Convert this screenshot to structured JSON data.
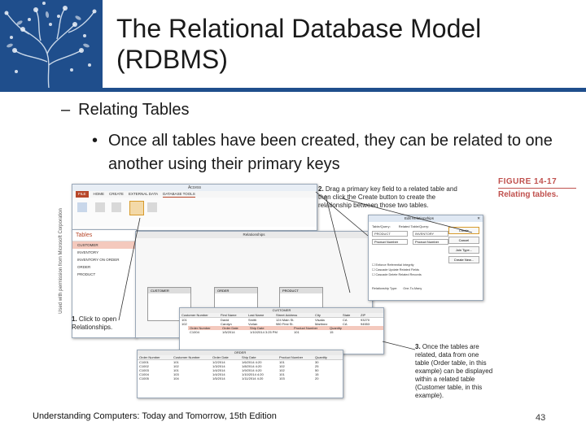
{
  "slide": {
    "title": "The Relational Database Model (RDBMS)",
    "bullet_1_dash": "–",
    "bullet_1": "Relating Tables",
    "bullet_2_dot": "•",
    "bullet_2": "Once all tables have been created, they can be related to one another using their primary keys",
    "footer": "Understanding Computers: Today and Tomorrow, 15th Edition",
    "page_number": "43",
    "colors": {
      "brand_blue": "#1f4e8c",
      "figure_red": "#c0504d"
    }
  },
  "figure": {
    "number": "FIGURE 14-17",
    "caption": "Relating tables.",
    "side_credit": "Used with permission from Microsoft Corporation",
    "callout_1_num": "1.",
    "callout_1": "Click to open Relationships.",
    "callout_2_num": "2.",
    "callout_2": "Drag a primary key field to a related table and then click the Create button to create the relationship between those two tables.",
    "callout_3_num": "3.",
    "callout_3": "Once the tables are related, data from one table (Order table, in this example) can be displayed within a related table (Customer table, in this example).",
    "access_window_title": "Access",
    "ribbon_tabs": [
      "FILE",
      "HOME",
      "CREATE",
      "EXTERNAL DATA",
      "DATABASE TOOLS"
    ],
    "nav_header": "Tables",
    "nav_items": [
      "CUSTOMER",
      "INVENTORY",
      "INVENTORY ON ORDER",
      "ORDER",
      "PRODUCT"
    ],
    "relationships_title": "Relationships",
    "table_boxes": [
      "CUSTOMER",
      "ORDER",
      "PRODUCT"
    ],
    "edit_dialog": {
      "title": "Edit Relationships",
      "table_label": "Table/Query:",
      "related_label": "Related Table/Query:",
      "table_value": "PRODUCT",
      "related_value": "INVENTORY",
      "field_left": "Product Number",
      "field_right": "Product Number",
      "buttons": [
        "Create",
        "Cancel",
        "Join Type...",
        "Create New..."
      ],
      "checks": [
        "Enforce Referential Integrity",
        "Cascade Update Related Fields",
        "Cascade Delete Related Records"
      ],
      "rel_type_label": "Relationship Type:",
      "rel_type_value": "One-To-Many"
    },
    "customer_grid": {
      "title": "CUSTOMER",
      "columns": [
        "Customer Number",
        "First Name",
        "Last Name",
        "Street Address",
        "City",
        "State",
        "ZIP"
      ],
      "rows": [
        [
          "101",
          "David",
          "Smith",
          "124 Main St.",
          "Visalia",
          "CA",
          "93270"
        ],
        [
          "102",
          "Carolyn",
          "Vorlan",
          "980 First St.",
          "Martinez",
          "CA",
          "94553"
        ]
      ],
      "subcolumns": [
        "Order Number",
        "Order Date",
        "Ship Date",
        "Product Number",
        "Quantity"
      ],
      "subrows": [
        [
          "C1004",
          "1/5/2014",
          "1/10/2014 3:25 PM",
          "101",
          "15"
        ]
      ]
    },
    "order_grid": {
      "title": "ORDER",
      "columns": [
        "Order Number",
        "Customer Number",
        "Order Date",
        "Ship Date",
        "Product Number",
        "Quantity"
      ],
      "rows": [
        [
          "C1001",
          "101",
          "1/2/2014",
          "1/6/2014 4:20",
          "101",
          "30"
        ],
        [
          "C1002",
          "102",
          "1/3/2014",
          "1/8/2014 4:20",
          "102",
          "25"
        ],
        [
          "C1003",
          "101",
          "1/4/2014",
          "1/9/2014 4:20",
          "102",
          "50"
        ],
        [
          "C1004",
          "103",
          "1/4/2014",
          "1/10/2014 4:20",
          "101",
          "15"
        ],
        [
          "C1005",
          "104",
          "1/5/2014",
          "1/11/2014 4:20",
          "103",
          "20"
        ]
      ]
    }
  }
}
